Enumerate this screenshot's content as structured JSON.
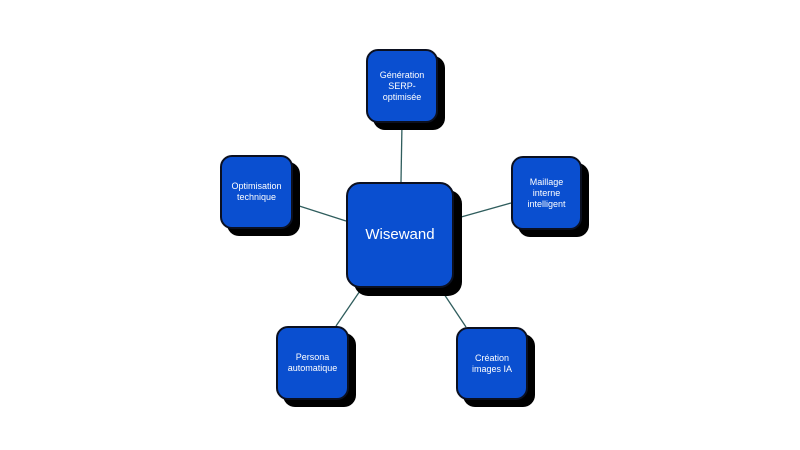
{
  "diagram": {
    "center": {
      "label": "Wisewand"
    },
    "nodes": {
      "top": {
        "label": "Génération\nSERP-optimisée"
      },
      "left": {
        "label": "Optimisation\ntechnique"
      },
      "right": {
        "label": "Maillage\ninterne\nintelligent"
      },
      "bottom_left": {
        "label": "Persona\nautomatique"
      },
      "bottom_right": {
        "label": "Création\nimages IA"
      }
    },
    "colors": {
      "node_fill": "#0a4fd0",
      "node_border": "#0b1020",
      "shadow": "#000000",
      "connector": "#2f5d5d",
      "text": "#ffffff"
    }
  }
}
